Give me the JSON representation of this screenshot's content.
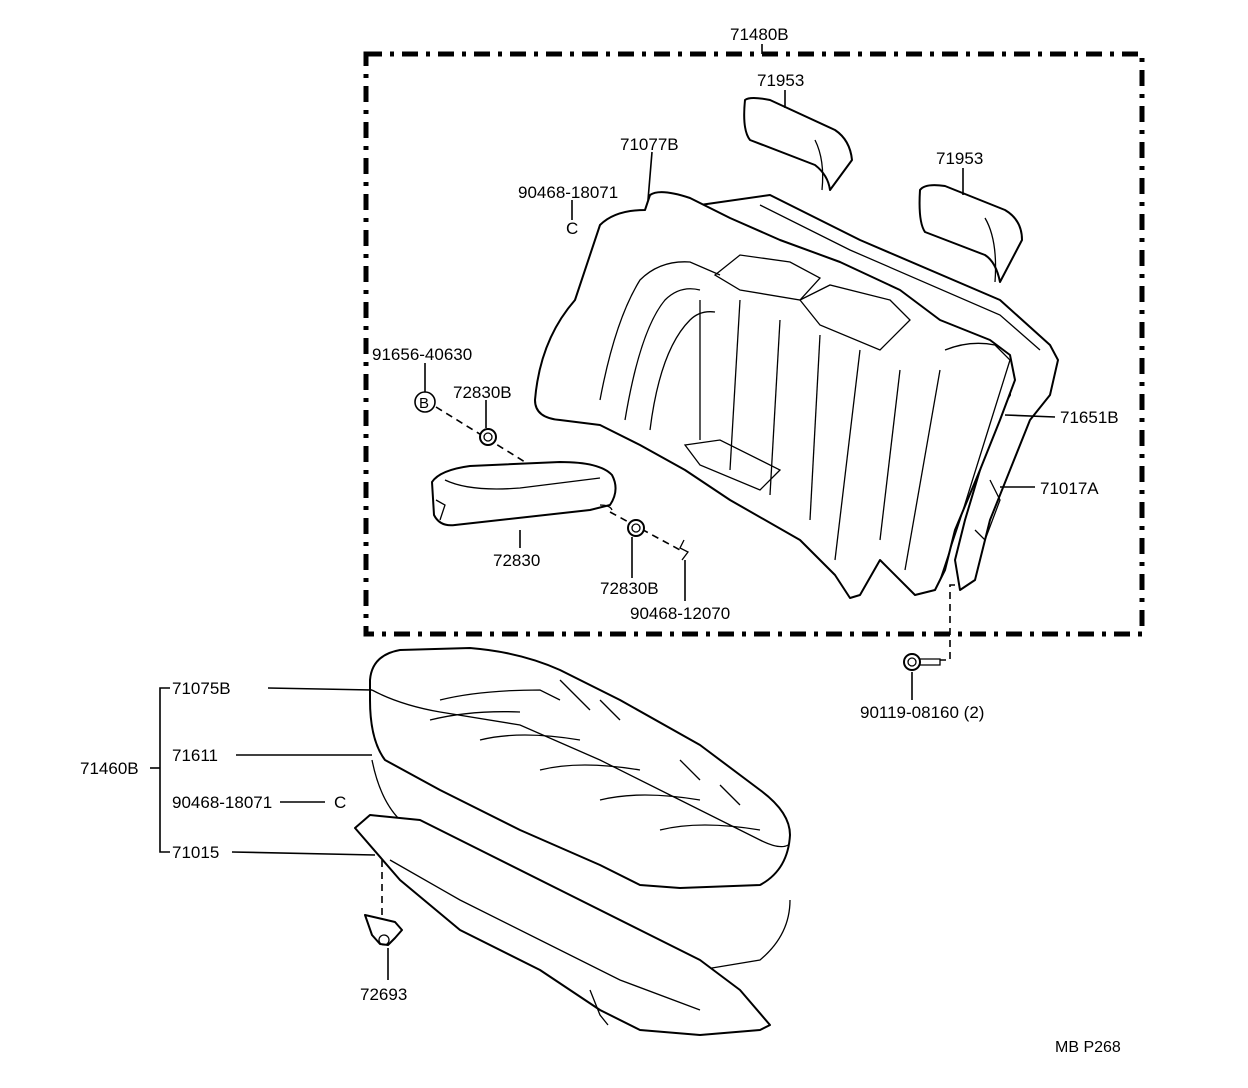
{
  "labels": {
    "seatback_assembly": "71480B",
    "headrest_left": "71953",
    "headrest_right": "71953",
    "seatback_cover": "71077B",
    "hog_ring_upper": "90468-18071",
    "clip_b": "91656-40630",
    "clip_b_letter": "B",
    "armrest_bushing_upper": "72830B",
    "armrest": "72830",
    "armrest_bushing_lower": "72830B",
    "clip_lower": "90468-12070",
    "seatback_pad": "71651B",
    "seatback_frame": "71017A",
    "bolt": "90119-08160 (2)",
    "cushion_cover": "71075B",
    "cushion_assembly": "71460B",
    "cushion_pad": "71611",
    "hog_ring_cushion": "90468-18071",
    "cushion_frame": "71015",
    "hook": "72693",
    "figure_code": "MB P268"
  }
}
